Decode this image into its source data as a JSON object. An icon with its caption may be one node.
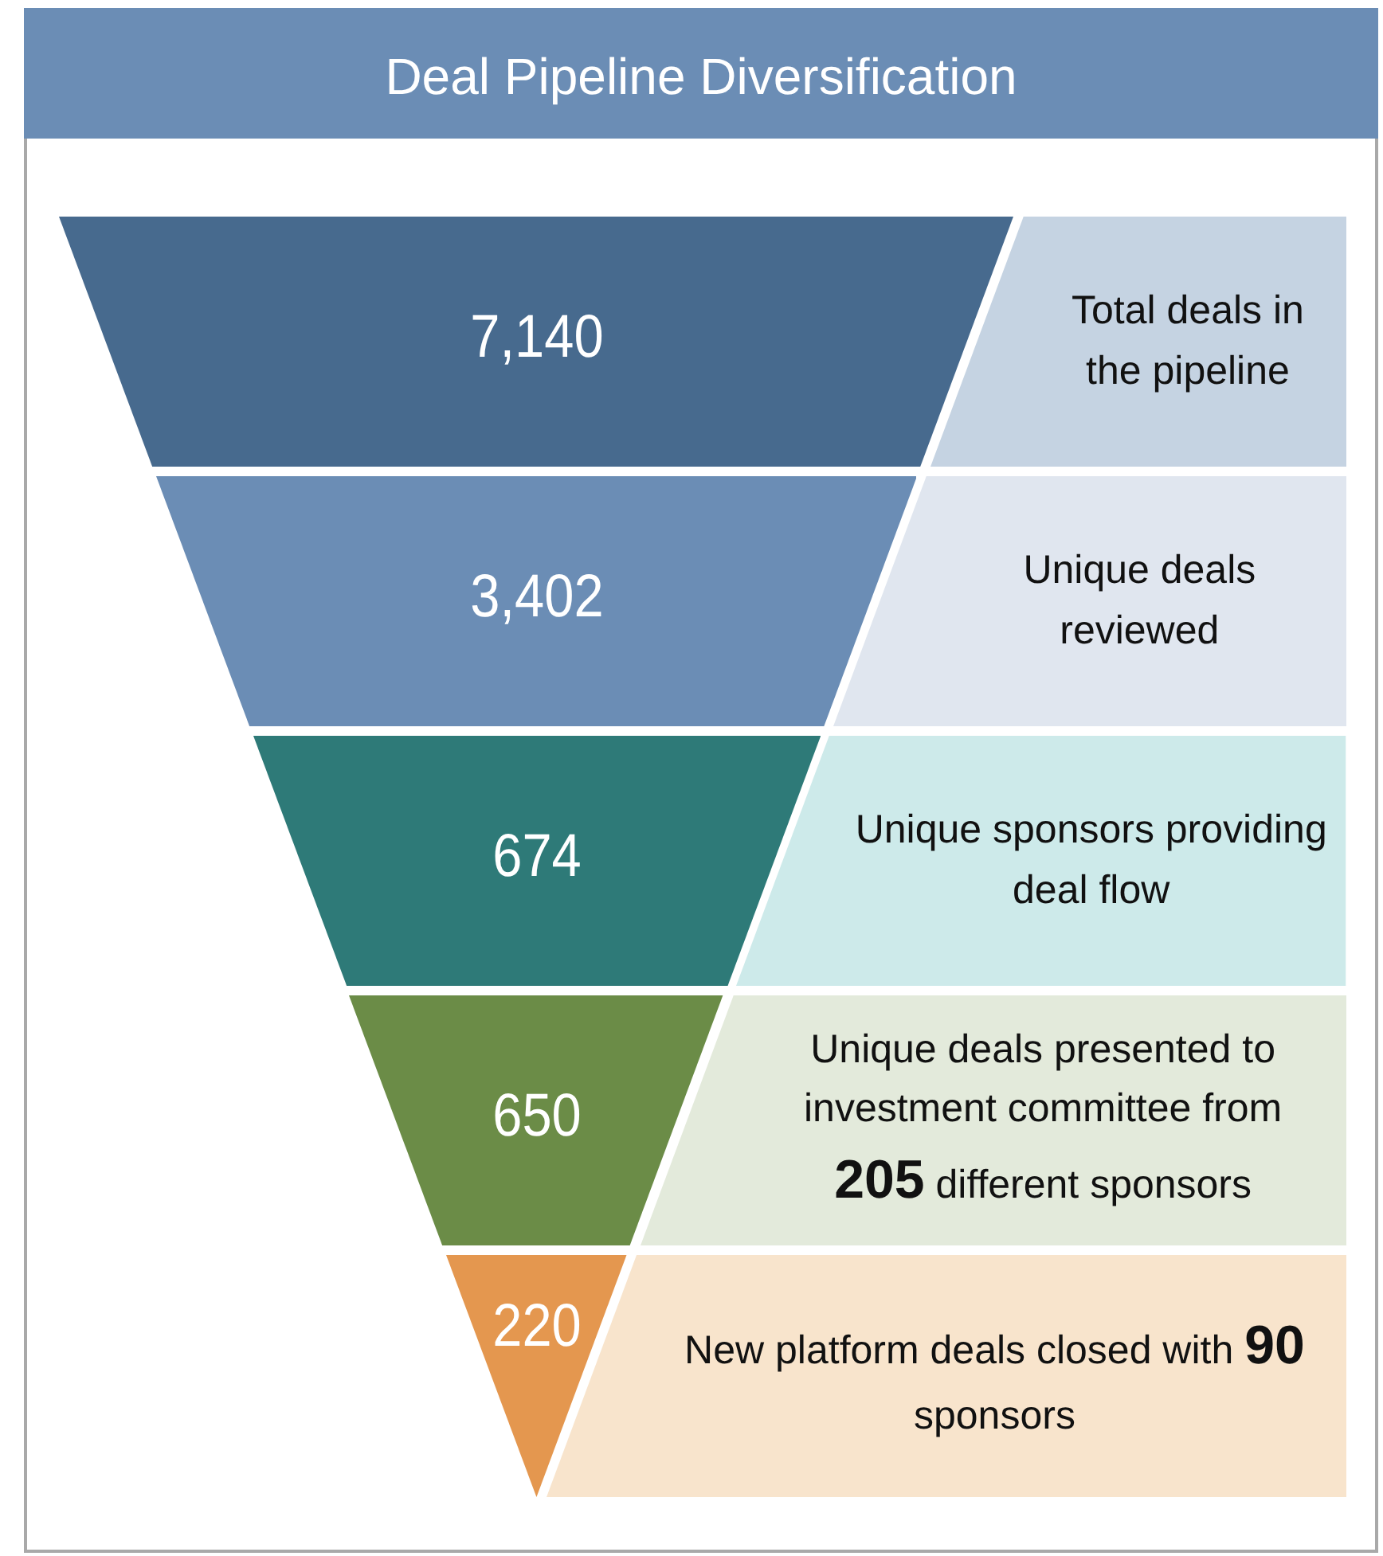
{
  "diagram": {
    "title": "Deal Pipeline Diversification",
    "nodes": [
      {
        "text": [
          "7,140"
        ]
      },
      {
        "text": [
          "Total deals in the pipeline"
        ]
      },
      {
        "text": [
          "3,402"
        ]
      },
      {
        "text": [
          "Unique deals reviewed"
        ]
      },
      {
        "text": [
          "674"
        ]
      },
      {
        "text": [
          "Unique sponsors providing deal flow"
        ]
      },
      {
        "text": [
          "650"
        ]
      },
      {
        "text": [
          "Unique deals presented to investment committee from **205** different sponsors"
        ]
      },
      {
        "text": [
          "220"
        ]
      },
      {
        "text": [
          "New platform deals closed with **90** sponsors"
        ]
      }
    ]
  }
}
